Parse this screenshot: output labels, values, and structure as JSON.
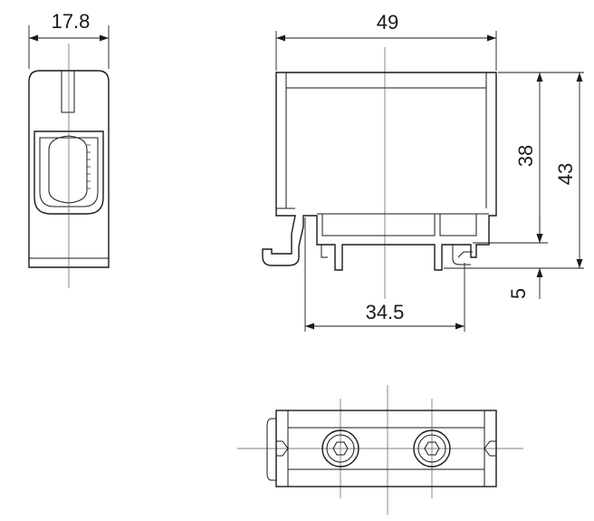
{
  "dimensions": {
    "side_width": "17.8",
    "front_width": "49",
    "height_inner": "38",
    "height_total": "43",
    "rail_offset": "5",
    "rail_width": "34.5"
  },
  "colors": {
    "line": "#1a1a1a",
    "background": "#ffffff"
  }
}
